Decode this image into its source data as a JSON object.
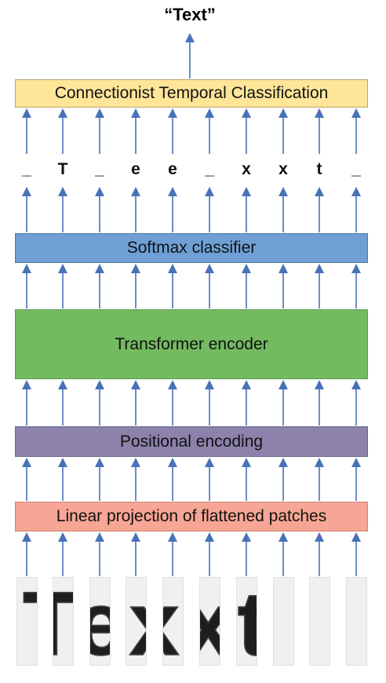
{
  "output": {
    "label": "“Text”"
  },
  "layers": {
    "ctc": "Connectionist Temporal Classification",
    "softmax": "Softmax classifier",
    "transformer": "Transformer encoder",
    "positional": "Positional encoding",
    "linear": "Linear projection of flattened patches"
  },
  "tokens": [
    "_",
    "T",
    "_",
    "e",
    "e",
    "_",
    "x",
    "x",
    "t",
    "_"
  ],
  "input_image": {
    "word": "Texxt",
    "patch_count": 10
  },
  "colors": {
    "arrow": "#4872b8",
    "ctc": "#ffe598",
    "softmax": "#6fa0d5",
    "transformer": "#74ba61",
    "positional": "#8c82ab",
    "linear": "#f7a594"
  }
}
